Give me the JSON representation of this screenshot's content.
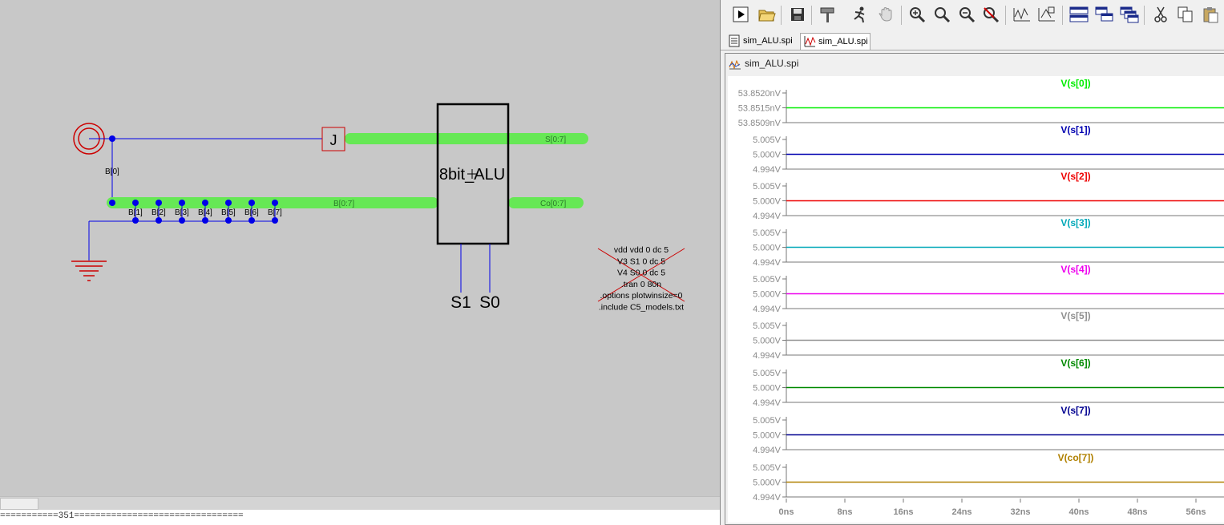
{
  "schematic": {
    "netlabels": [
      "B[0]",
      "B[1]",
      "B[2]",
      "B[3]",
      "B[4]",
      "B[5]",
      "B[6]",
      "B[7]"
    ],
    "bus_b": "B[0:7]",
    "bus_s": "S[0:7]",
    "bus_co": "Co[0:7]",
    "block_label": "8bit_ALU",
    "port_j": "J",
    "s1": "S1",
    "s0": "S0",
    "directives": [
      "vdd vdd 0 dc 5",
      "V3 S1 0 dc 5",
      "V4 S0 0 dc 5",
      ".tran 0 80n",
      ".options plotwinsize=0",
      ".include C5_models.txt"
    ],
    "statusline": "===========351================================"
  },
  "colors": {
    "bus": "#66e855",
    "wire": "#0000e8",
    "red": "#cc0000"
  },
  "waveform": {
    "toolbar": [
      "run-icon",
      "open-icon",
      "save-icon",
      "hammer-icon",
      "run-man-icon",
      "hand-icon",
      "zoom-in-icon",
      "zoom-fit-icon",
      "zoom-out-icon",
      "zoom-cancel-icon",
      "waveform-icon",
      "waveform-edit-icon",
      "tile-horizontal-icon",
      "cascade-icon",
      "tile-vertical-icon",
      "cut-icon",
      "copy-icon",
      "paste-icon"
    ],
    "tabs": [
      {
        "label": "sim_ALU.spi"
      },
      {
        "label": "sim_ALU.spi"
      }
    ],
    "window_title": "sim_ALU.spi",
    "x_ticks": [
      "0ns",
      "8ns",
      "16ns",
      "24ns",
      "32ns",
      "40ns",
      "48ns",
      "56ns"
    ],
    "panes": [
      {
        "name": "V(s[0])",
        "color": "#00ee00",
        "ticks": [
          "53.8520nV",
          "53.8515nV",
          "53.8509nV"
        ],
        "value": "53.8515nV"
      },
      {
        "name": "V(s[1])",
        "color": "#0000b0",
        "ticks": [
          "5.005V",
          "5.000V",
          "4.994V"
        ],
        "value": "5.000V"
      },
      {
        "name": "V(s[2])",
        "color": "#ee0000",
        "ticks": [
          "5.005V",
          "5.000V",
          "4.994V"
        ],
        "value": "5.000V"
      },
      {
        "name": "V(s[3])",
        "color": "#00a8b8",
        "ticks": [
          "5.005V",
          "5.000V",
          "4.994V"
        ],
        "value": "5.000V"
      },
      {
        "name": "V(s[4])",
        "color": "#ee00ee",
        "ticks": [
          "5.005V",
          "5.000V",
          "4.994V"
        ],
        "value": "5.000V"
      },
      {
        "name": "V(s[5])",
        "color": "#909090",
        "ticks": [
          "5.005V",
          "5.000V",
          "4.994V"
        ],
        "value": "5.000V"
      },
      {
        "name": "V(s[6])",
        "color": "#008a00",
        "ticks": [
          "5.005V",
          "5.000V",
          "4.994V"
        ],
        "value": "5.000V"
      },
      {
        "name": "V(s[7])",
        "color": "#000090",
        "ticks": [
          "5.005V",
          "5.000V",
          "4.994V"
        ],
        "value": "5.000V"
      },
      {
        "name": "V(co[7])",
        "color": "#b08000",
        "ticks": [
          "5.005V",
          "5.000V",
          "4.994V"
        ],
        "value": "5.000V"
      }
    ]
  }
}
